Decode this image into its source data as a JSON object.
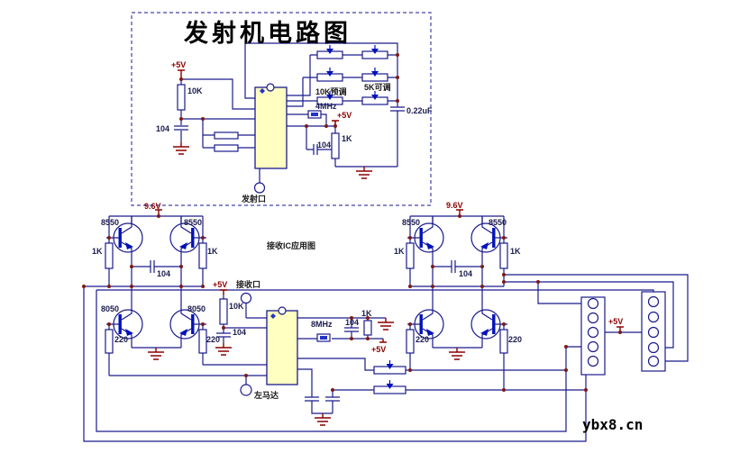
{
  "colors": {
    "wire": "#1a1a8c",
    "power": "#8b0000",
    "junction": "#7a1a1a",
    "transistor_bar": "#0011bb",
    "ic_fill": "#ffffc2",
    "background": "#ffffff"
  },
  "watermark": "ybx8.cn",
  "transmitter": {
    "title": "发射机电路图",
    "vcc_left": "+5V",
    "r_pullup": "10K",
    "c_bypass": "104",
    "pot_left_label": "10K预调",
    "pot_right_label": "5K可调",
    "crystal": "4MHz",
    "vcc_mid": "+5V",
    "r_mid": "1K",
    "c_mid": "104",
    "c_out": "0.22uF",
    "port": "发射口"
  },
  "receiver": {
    "caption": "接收IC应用图",
    "left_bridge": {
      "vcc": "9.6V",
      "q1": "8550",
      "q2": "8550",
      "q3": "8050",
      "q4": "8050",
      "r1": "1K",
      "r2": "1K",
      "r3": "220",
      "r4": "220",
      "c": "104"
    },
    "right_bridge": {
      "vcc": "9.6V",
      "q1": "8550",
      "q2": "8550",
      "r1": "1K",
      "r2": "1K",
      "r3": "220",
      "r4": "220",
      "c": "104"
    },
    "front": {
      "vcc": "+5V",
      "port": "接收口",
      "r_pullup": "10K",
      "c_bypass": "104"
    },
    "osc": {
      "crystal": "8MHz",
      "c": "104",
      "r": "1K",
      "vcc": "+5V"
    },
    "motor_port": "左马达",
    "connector_vcc": "+5V"
  }
}
